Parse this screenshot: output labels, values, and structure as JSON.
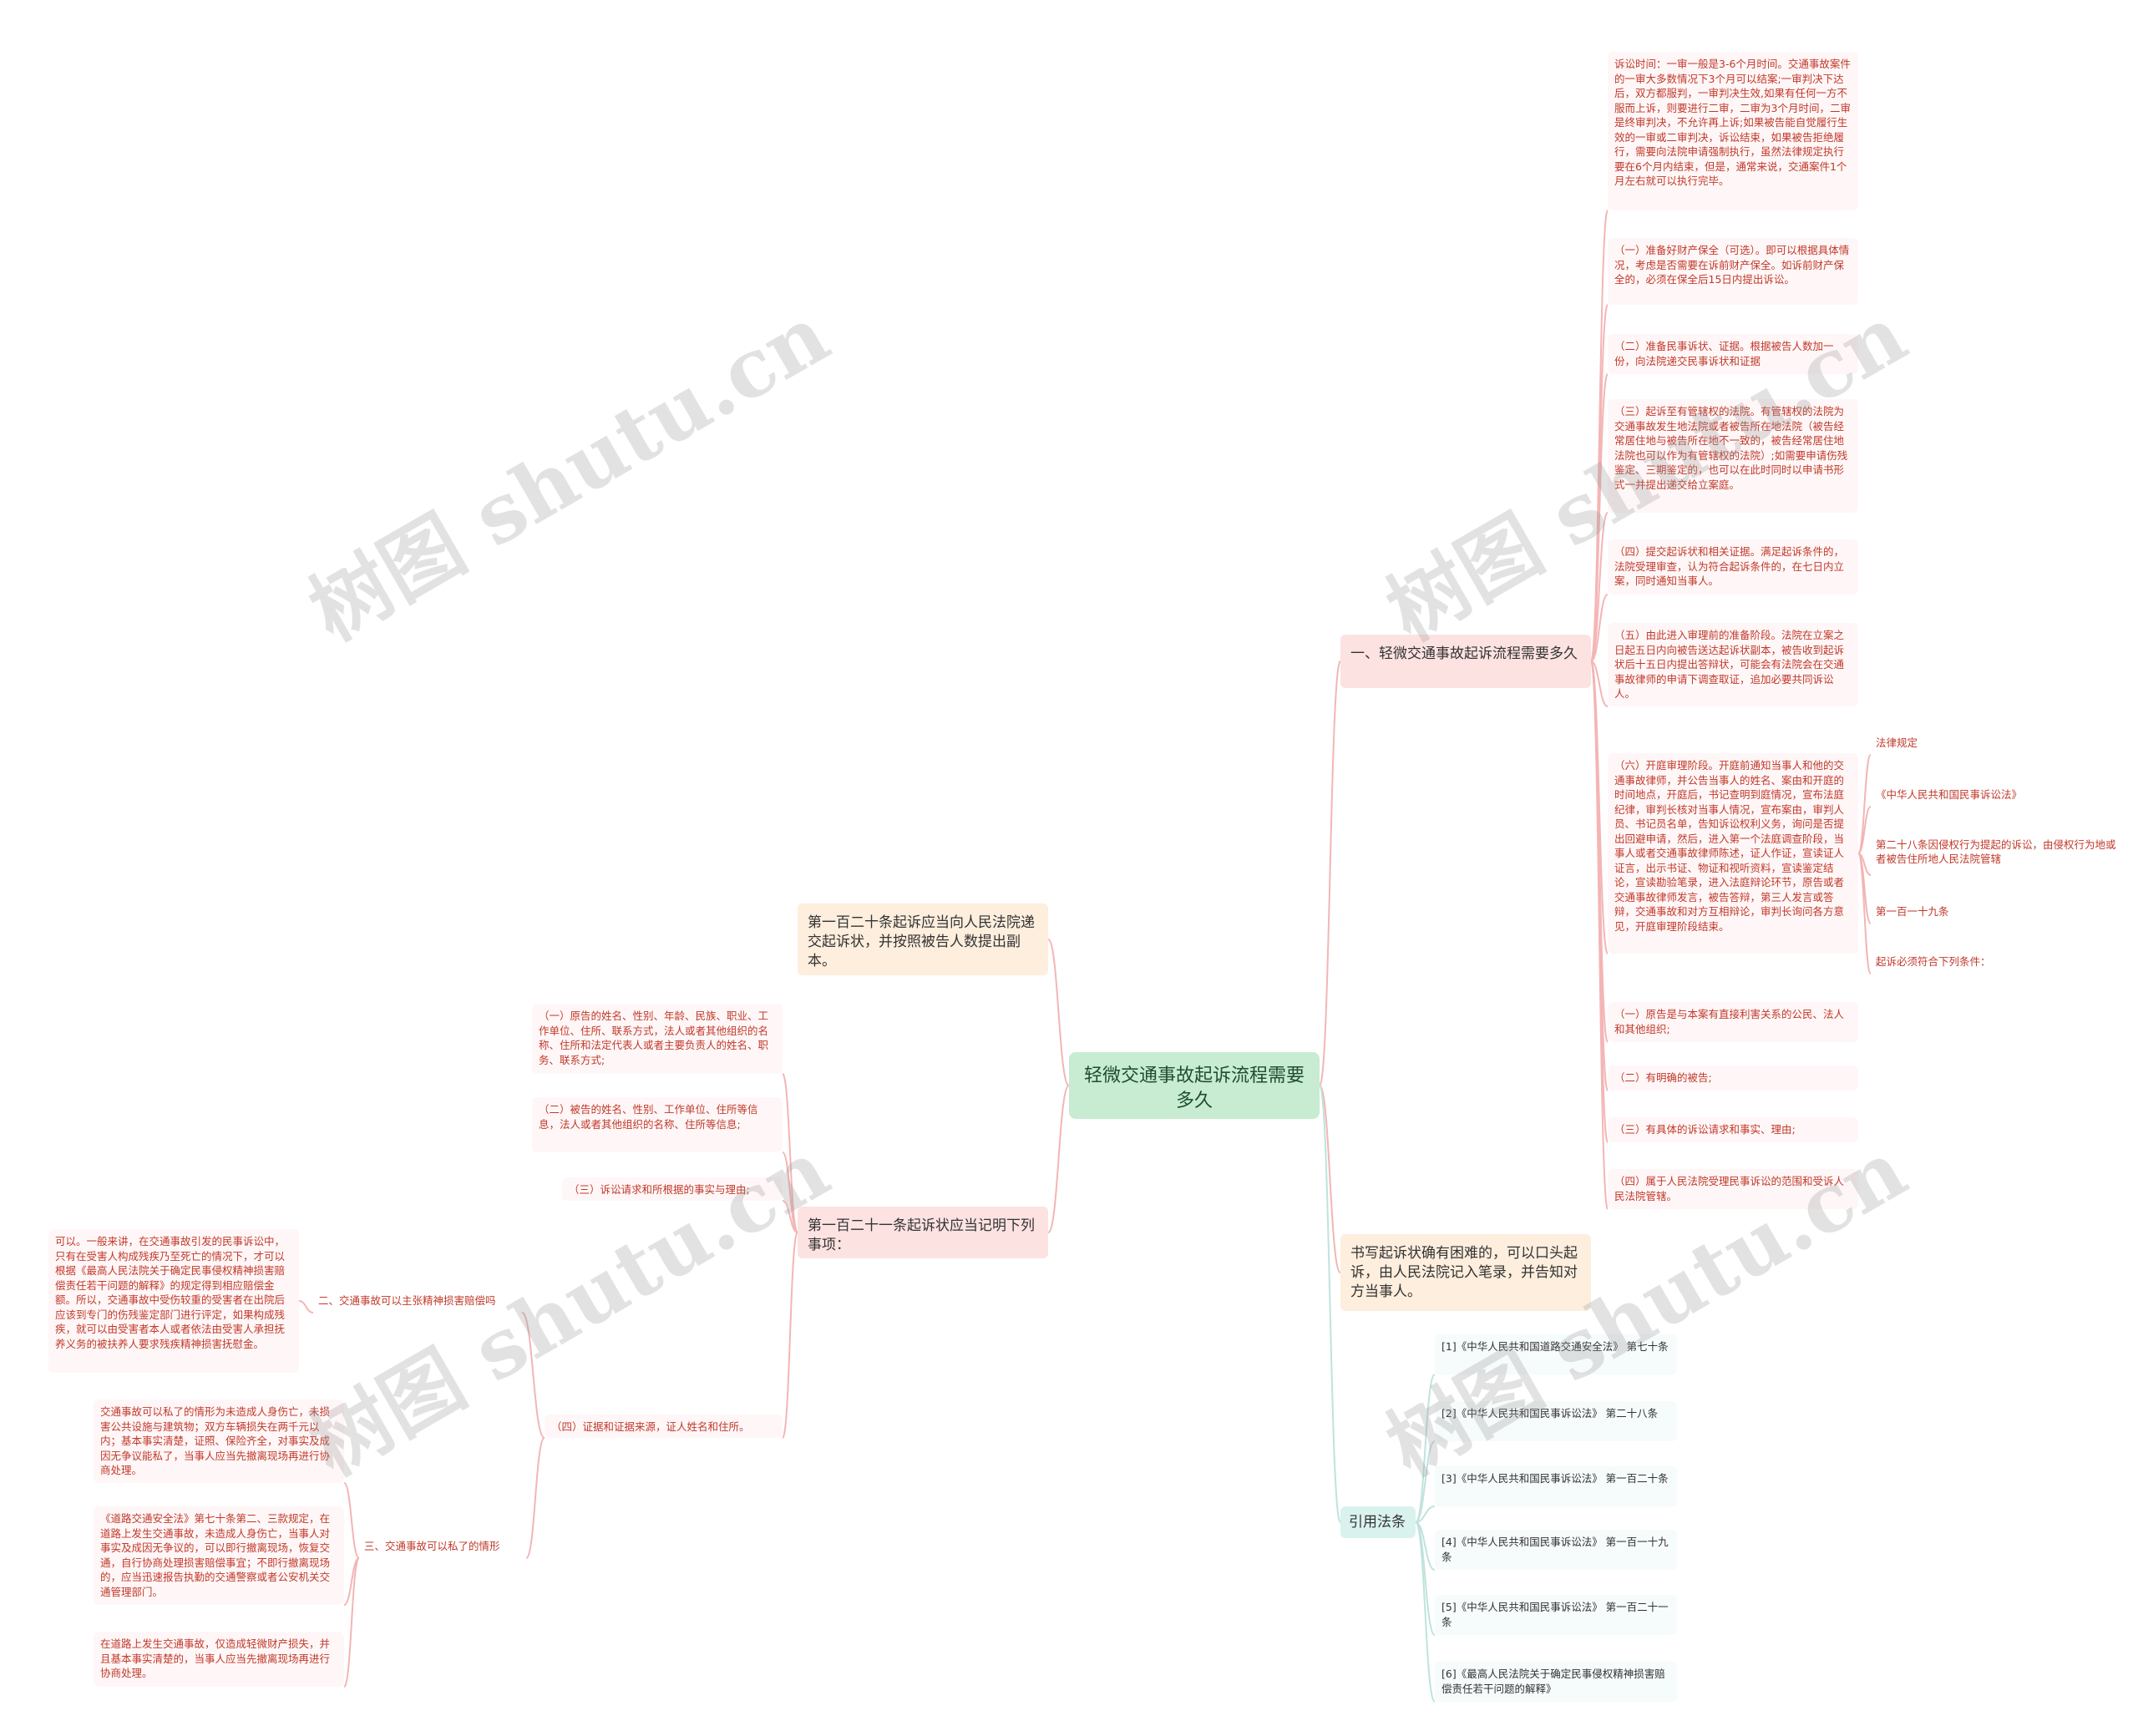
{
  "root": {
    "label": "轻微交通事故起诉流程需要多久"
  },
  "right": {
    "branch1": {
      "label": "一、轻微交通事故起诉流程需要多久",
      "items": [
        "诉讼时间：一审一般是3-6个月时间。交通事故案件的一审大多数情况下3个月可以结案;一审判决下达后，双方都服判，一审判决生效,如果有任何一方不服而上诉，则要进行二审，二审为3个月时间，二审是终审判决，不允许再上诉;如果被告能自觉履行生效的一审或二审判决，诉讼结束，如果被告拒绝履行，需要向法院申请强制执行，虽然法律规定执行要在6个月内结束，但是，通常来说，交通案件1个月左右就可以执行完毕。",
        "（一）准备好财产保全（可选）。即可以根据具体情况，考虑是否需要在诉前财产保全。如诉前财产保全的，必须在保全后15日内提出诉讼。",
        "（二）准备民事诉状、证据。根据被告人数加一份，向法院递交民事诉状和证据",
        "（三）起诉至有管辖权的法院。有管辖权的法院为交通事故发生地法院或者被告所在地法院（被告经常居住地与被告所在地不一致的，被告经常居住地法院也可以作为有管辖权的法院）;如需要申请伤残鉴定、三期鉴定的，也可以在此时同时以申请书形式一并提出递交给立案庭。",
        "（四）提交起诉状和相关证据。满足起诉条件的，法院受理审查，认为符合起诉条件的，在七日内立案，同时通知当事人。",
        "（五）由此进入审理前的准备阶段。法院在立案之日起五日内向被告送达起诉状副本，被告收到起诉状后十五日内提出答辩状，可能会有法院会在交通事故律师的申请下调查取证，追加必要共同诉讼人。",
        "（六）开庭审理阶段。开庭前通知当事人和他的交通事故律师，并公告当事人的姓名、案由和开庭的时间地点，开庭后，书记查明到庭情况，宣布法庭纪律，审判长核对当事人情况，宣布案由，审判人员、书记员名单，告知诉讼权利义务，询问是否提出回避申请，然后，进入第一个法庭调查阶段，当事人或者交通事故律师陈述，证人作证，宣读证人证言，出示书证、物证和视听资料，宣读鉴定结论，宣读勘验笔录，进入法庭辩论环节，原告或者交通事故律师发言，被告答辩，第三人发言或答辩，交通事故和对方互相辩论，审判长询问各方意见，开庭审理阶段结束。"
      ],
      "legal": [
        "法律规定",
        "《中华人民共和国民事诉讼法》",
        "第二十八条因侵权行为提起的诉讼，由侵权行为地或者被告住所地人民法院管辖",
        "第一百一十九条",
        "起诉必须符合下列条件："
      ],
      "conditions": [
        "（一）原告是与本案有直接利害关系的公民、法人和其他组织;",
        "（二）有明确的被告;",
        "（三）有具体的诉讼请求和事实、理由;",
        "（四）属于人民法院受理民事诉讼的范围和受诉人民法院管辖。"
      ]
    },
    "branch2": {
      "label": "书写起诉状确有困难的，可以口头起诉，由人民法院记入笔录，并告知对方当事人。"
    },
    "branch3": {
      "label": "引用法条",
      "items": [
        "[1]《中华人民共和国道路交通安全法》 第七十条",
        "[2]《中华人民共和国民事诉讼法》 第二十八条",
        "[3]《中华人民共和国民事诉讼法》 第一百二十条",
        "[4]《中华人民共和国民事诉讼法》 第一百一十九条",
        "[5]《中华人民共和国民事诉讼法》 第一百二十一条",
        "[6]《最高人民法院关于确定民事侵权精神损害赔偿责任若干问题的解释》"
      ]
    }
  },
  "left": {
    "branch1": {
      "label": "第一百二十条起诉应当向人民法院递交起诉状，并按照被告人数提出副本。"
    },
    "branch2": {
      "label": "第一百二十一条起诉状应当记明下列事项：",
      "items": [
        "（一）原告的姓名、性别、年龄、民族、职业、工作单位、住所、联系方式，法人或者其他组织的名称、住所和法定代表人或者主要负责人的姓名、职务、联系方式;",
        "（二）被告的姓名、性别、工作单位、住所等信息，法人或者其他组织的名称、住所等信息;",
        "（三）诉讼请求和所根据的事实与理由;",
        "（四）证据和证据来源，证人姓名和住所。"
      ],
      "sub2": {
        "label": "二、交通事故可以主张精神损害赔偿吗",
        "detail": "可以。一般来讲，在交通事故引发的民事诉讼中，只有在受害人构成残疾乃至死亡的情况下，才可以根据《最高人民法院关于确定民事侵权精神损害赔偿责任若干问题的解释》的规定得到相应赔偿金额。所以，交通事故中受伤较重的受害者在出院后应该到专门的伤残鉴定部门进行评定，如果构成残疾，就可以由受害者本人或者依法由受害人承担抚养义务的被扶养人要求残疾精神损害抚慰金。"
      },
      "sub3": {
        "label": "三、交通事故可以私了的情形",
        "details": [
          "交通事故可以私了的情形为未造成人身伤亡，未损害公共设施与建筑物；双方车辆损失在两千元以内；基本事实清楚，证照、保险齐全，对事实及成因无争议能私了，当事人应当先撤离现场再进行协商处理。",
          "《道路交通安全法》第七十条第二、三款规定，在道路上发生交通事故，未造成人身伤亡，当事人对事实及成因无争议的，可以即行撤离现场，恢复交通，自行协商处理损害赔偿事宜；不即行撤离现场的，应当迅速报告执勤的交通警察或者公安机关交通管理部门。",
          "在道路上发生交通事故，仅造成轻微财产损失，并且基本事实清楚的，当事人应当先撤离现场再进行协商处理。"
        ]
      }
    }
  },
  "watermark": "树图 shutu.cn",
  "colors": {
    "link": "#f4b5b5",
    "link_teal": "#bfe3dd",
    "root": "#c7ecd2"
  }
}
